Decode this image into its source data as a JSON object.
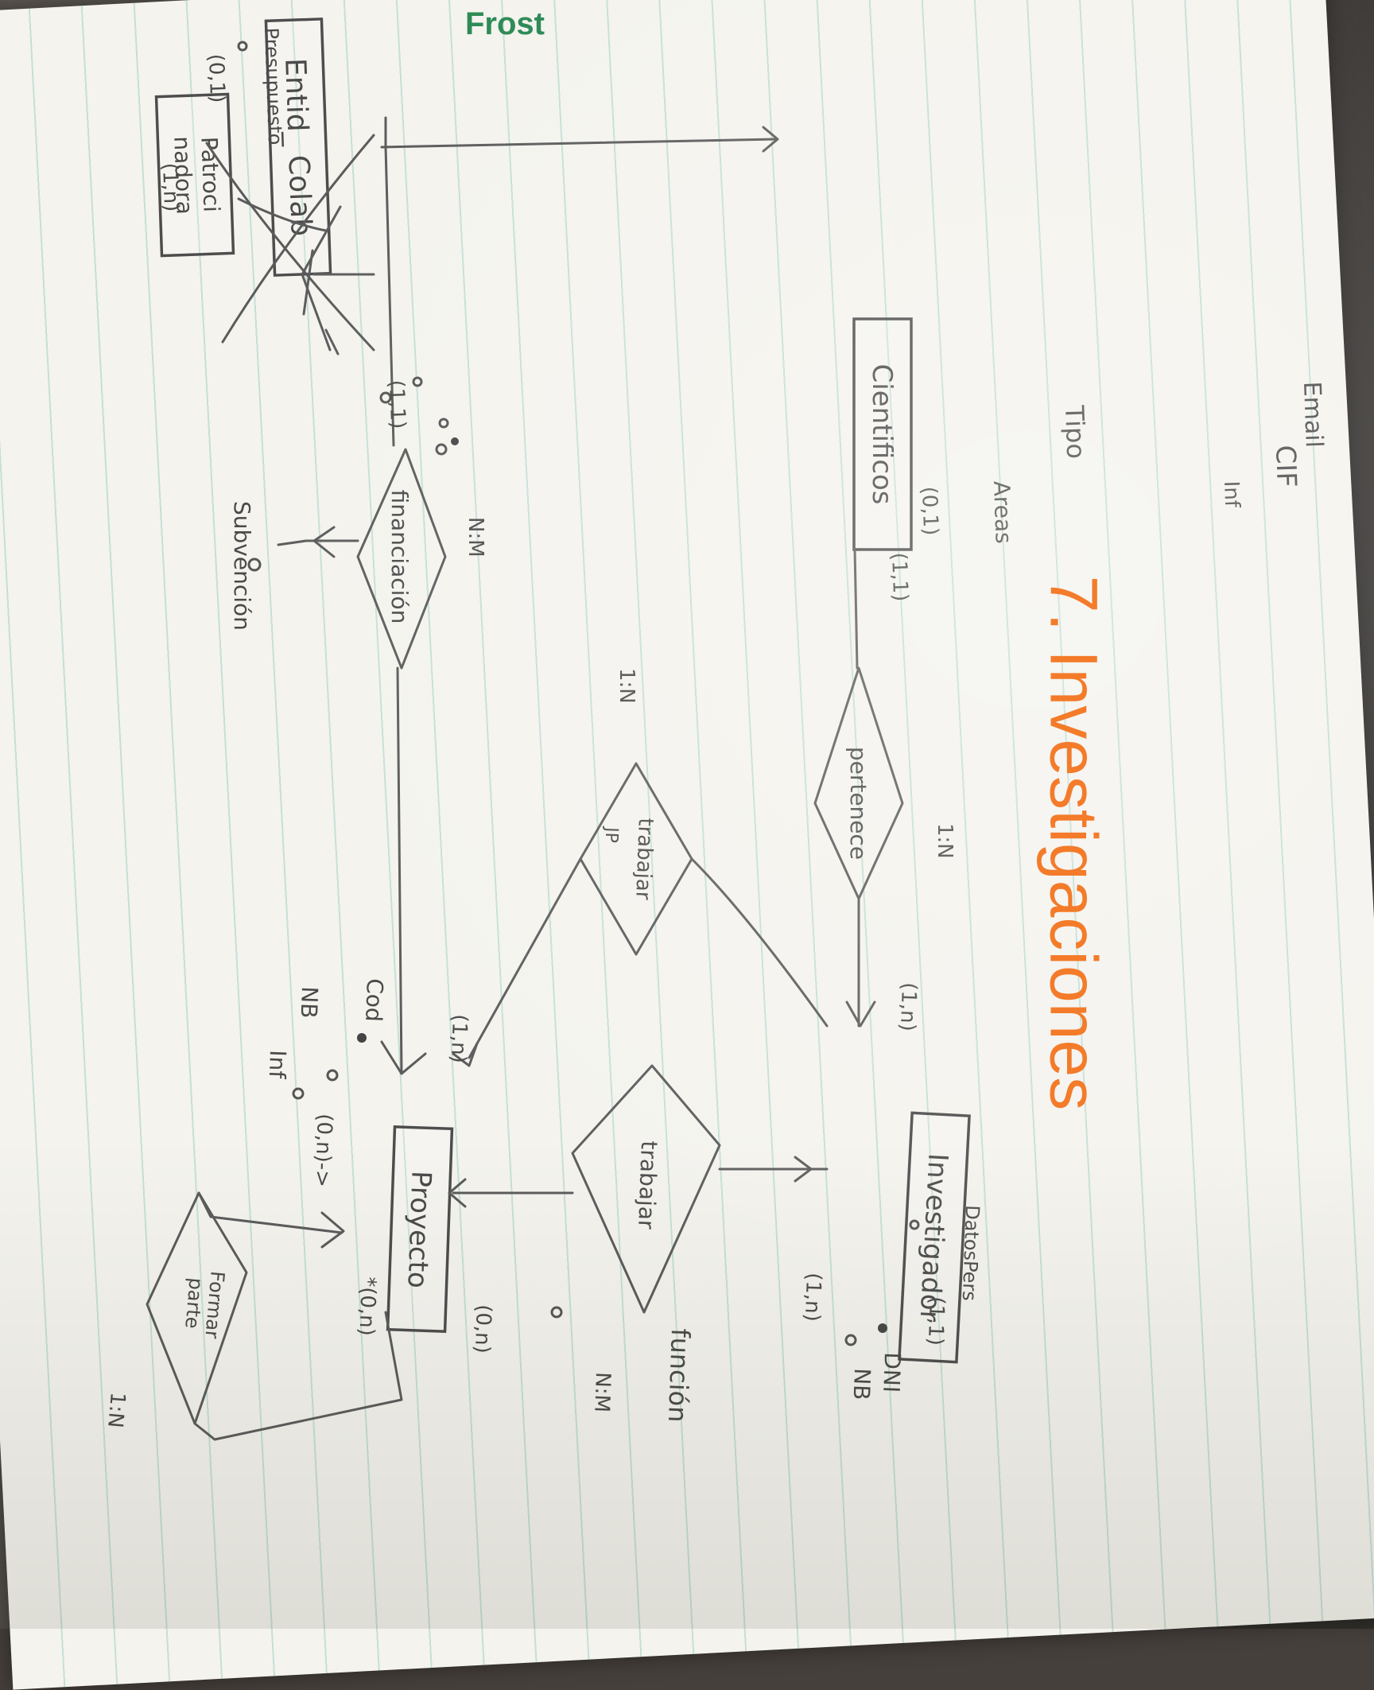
{
  "title": "7. Investigaciones",
  "brand": "Frost",
  "colors": {
    "title": "#f47b2a",
    "brand": "#2e8b57",
    "pencil": "#555555",
    "paper": "#f4f3ee",
    "ruling": "#6ebeaa"
  },
  "entities": [
    {
      "id": "entid_colab",
      "label": "Entid_ Colab"
    },
    {
      "id": "patrocinadora",
      "label_line1": "Patroci",
      "label_line2": "nadora"
    },
    {
      "id": "cientificos",
      "label": "Cientificos"
    },
    {
      "id": "investigador",
      "label": "Investigador"
    },
    {
      "id": "proyecto",
      "label": "Proyecto"
    }
  ],
  "relationships": [
    {
      "id": "financiacion",
      "label": "financiación",
      "ratio": "N:M",
      "attribute": "Subvención"
    },
    {
      "id": "pertenece",
      "label": "pertenece",
      "ratio": "1:N"
    },
    {
      "id": "trabajar_jp",
      "label": "trabajar",
      "sub": "JP",
      "ratio": "1:N"
    },
    {
      "id": "trabajar",
      "label": "trabajar",
      "ratio": "N:M",
      "attribute": "función"
    },
    {
      "id": "formar_parte",
      "label_line1": "Formar",
      "label_line2": "parte",
      "ratio": "1:N"
    }
  ],
  "attributes": {
    "entid_colab": [
      "Email",
      "CIF",
      "Inf"
    ],
    "patrocinadora": [
      "Presupuesto"
    ],
    "cientificos": [
      "Areas"
    ],
    "investigador": [
      "DatosPers",
      "DNI",
      "NB"
    ],
    "proyecto": [
      "Cod",
      "NB",
      "Inf"
    ],
    "isa": [
      "Tipo"
    ]
  },
  "cardinalities": {
    "entid_colab": "(1,1)",
    "patrocinadora_isa": "(0,1)",
    "patrocinadora_financiacion": "(1,n)",
    "cientificos_isa": "(0,1)",
    "cientificos_pertenece": "(1,1)",
    "investigador_pertenece": "(1,n)",
    "investigador_datos": "(1,1)",
    "investigador_trabajar": "(1,n)",
    "proyecto_jp": "(1,n)",
    "proyecto_cod": "(0,n)->",
    "proyecto_formar": "*(0,n)",
    "proyecto_trabajar": "(0,n)"
  }
}
